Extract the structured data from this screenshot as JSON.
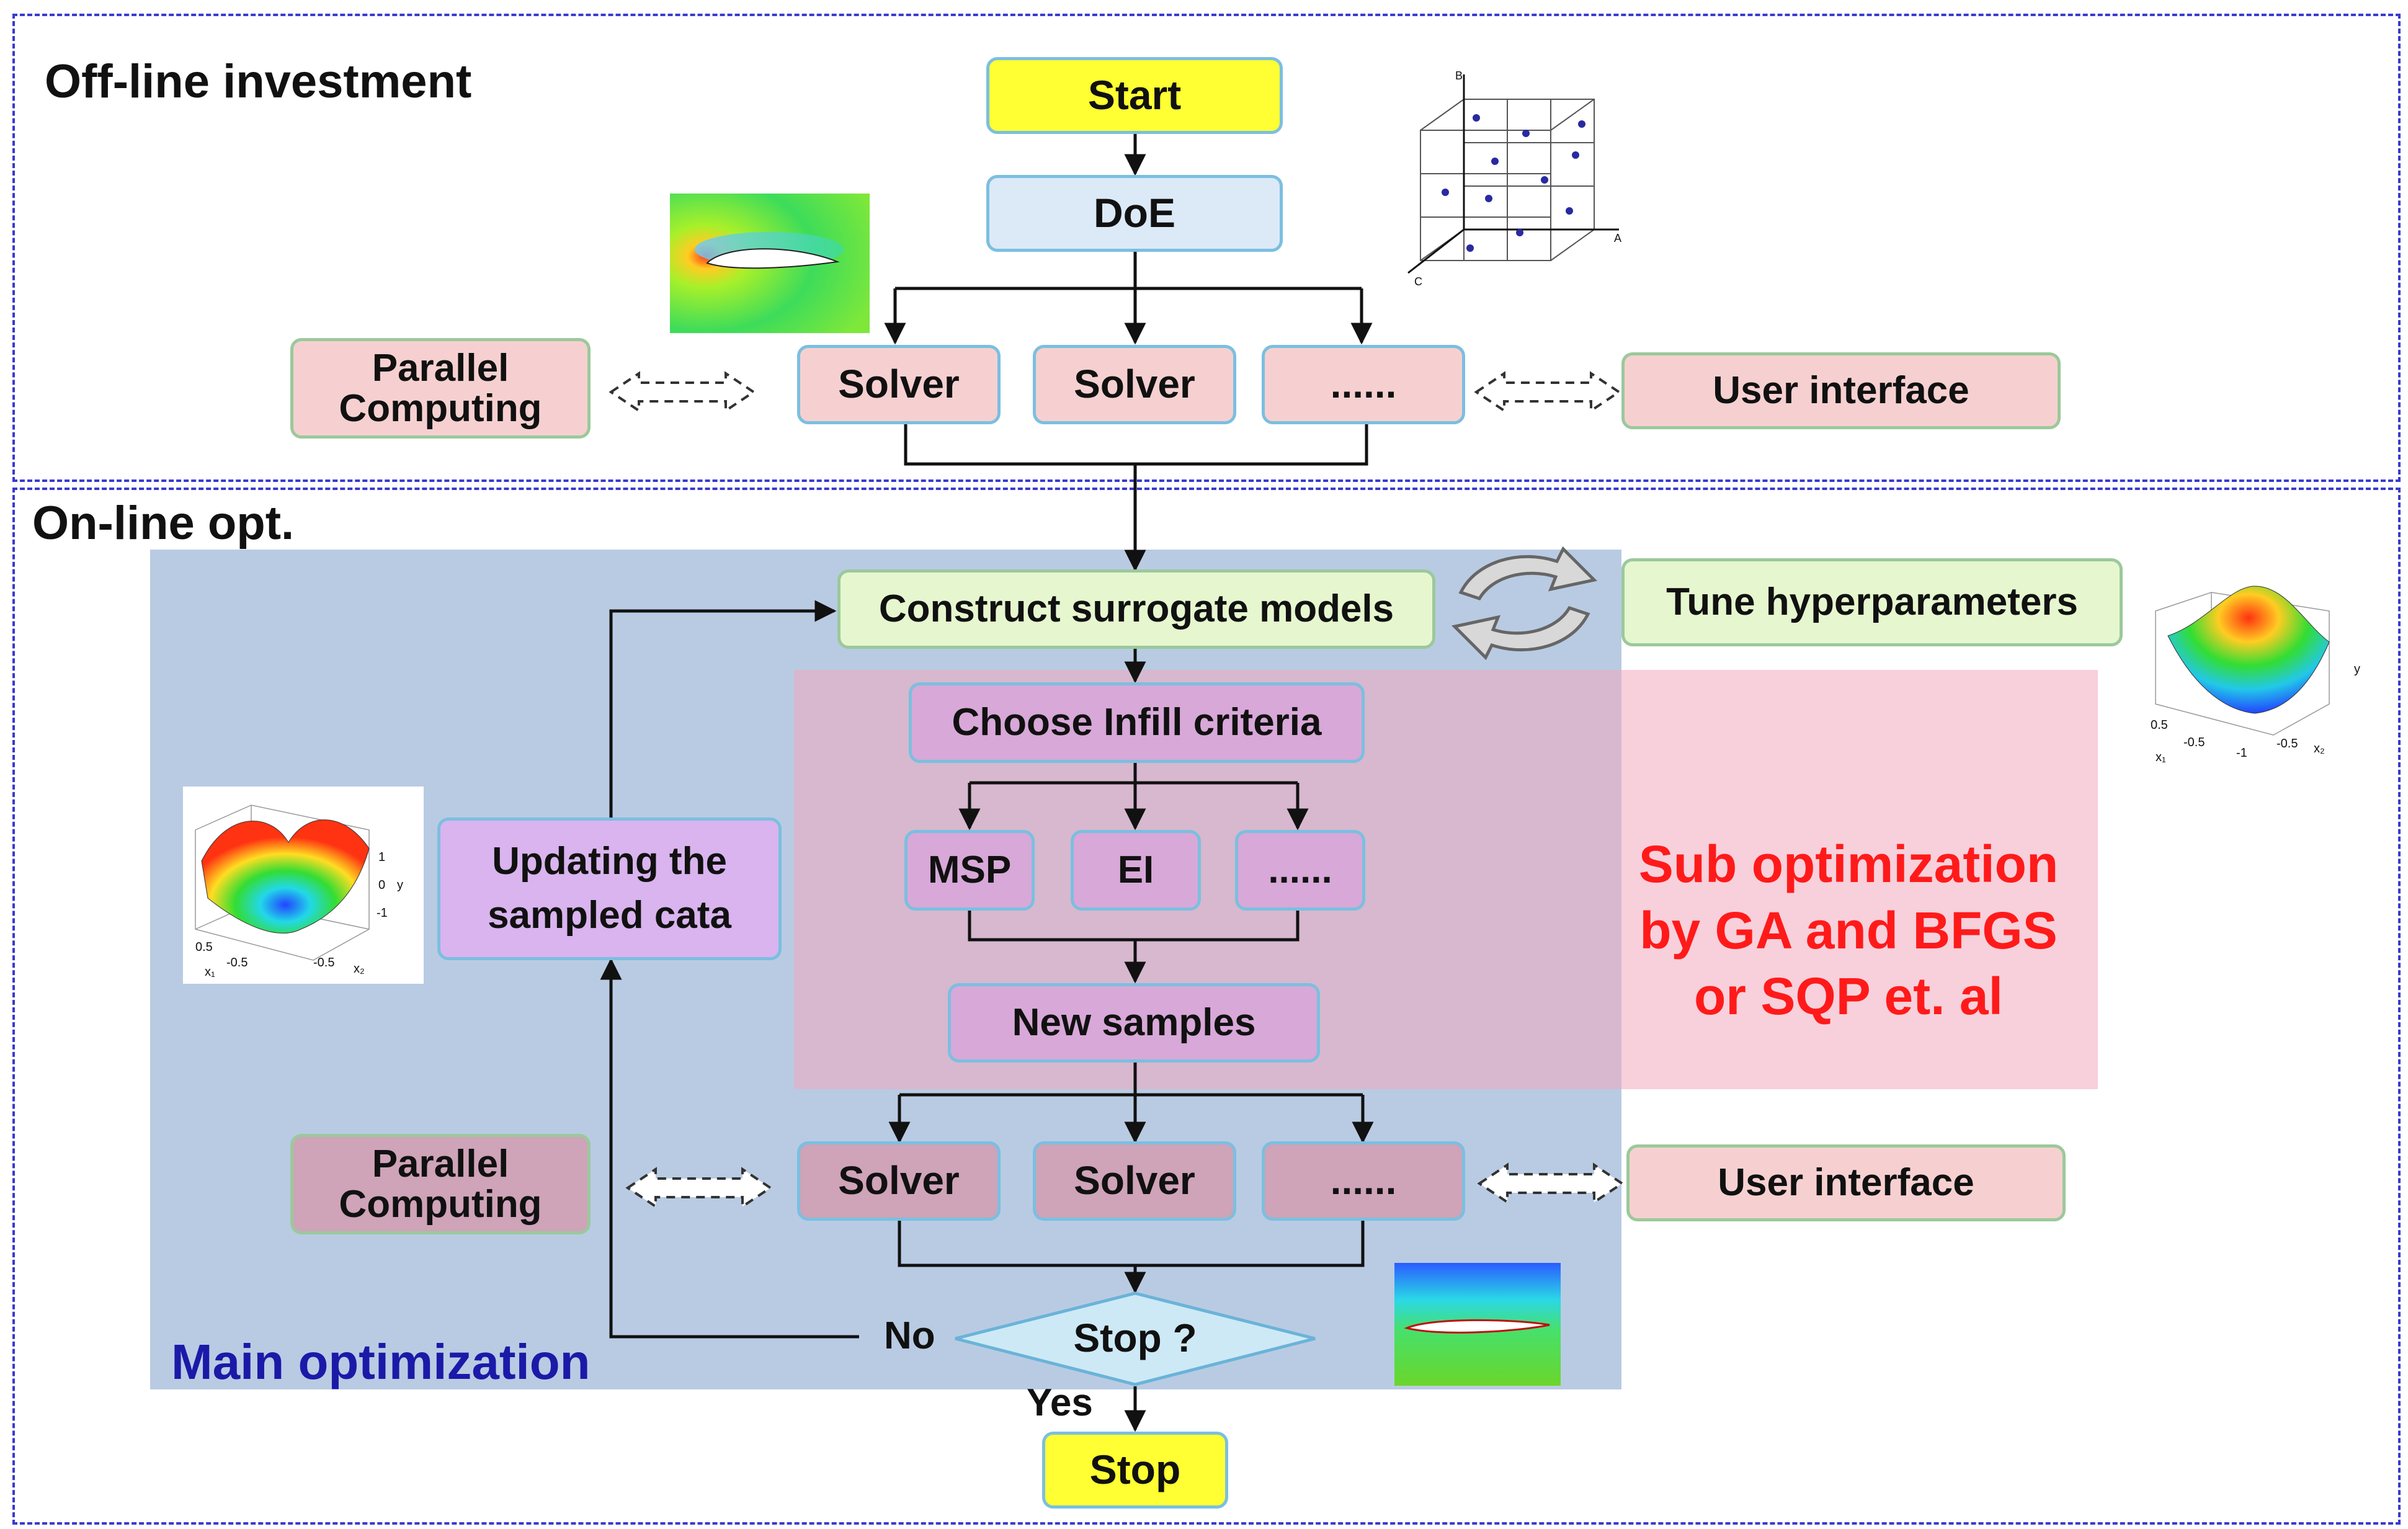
{
  "sections": {
    "offline_title": "Off-line investment",
    "online_title": "On-line opt."
  },
  "regions": {
    "main_optimization": "Main optimization",
    "sub_optimization_line1": "Sub optimization",
    "sub_optimization_line2": "by GA and BFGS",
    "sub_optimization_line3": "or SQP et. al"
  },
  "nodes": {
    "start": "Start",
    "doe": "DoE",
    "solver_1": "Solver",
    "solver_2": "Solver",
    "solver_more": "......",
    "parallel_top_1": "Parallel",
    "parallel_top_2": "Computing",
    "user_interface_top": "User interface",
    "construct": "Construct surrogate models",
    "tune": "Tune  hyperparameters",
    "choose": "Choose Infill criteria",
    "msp": "MSP",
    "ei": "EI",
    "criteria_more": "......",
    "new_samples": "New samples",
    "updating_1": "Updating the",
    "updating_2": "sampled cata",
    "solver_b1": "Solver",
    "solver_b2": "Solver",
    "solver_b_more": "......",
    "parallel_bottom_1": "Parallel",
    "parallel_bottom_2": "Computing",
    "user_interface_bottom": "User interface",
    "stop_q": "Stop ?",
    "no": "No",
    "yes": "Yes",
    "stop": "Stop"
  },
  "doe_cube_axes": {
    "a": "A",
    "b": "B",
    "c": "C"
  },
  "surface_plot_labels": {
    "tick_1": "1",
    "tick_0": "0",
    "tick_m1": "-1",
    "tick_05": "0.5",
    "tick_m05": "-0.5",
    "x1": "x₁",
    "x2": "x₂",
    "y": "y"
  },
  "colors": {
    "frame": "#3a3ad0",
    "main_panel": "#b9cbe3",
    "main_label": "#1a1aa8",
    "sub_label": "#ff1a1a",
    "start_stop": "#ffff33",
    "arrow": "#111111"
  }
}
